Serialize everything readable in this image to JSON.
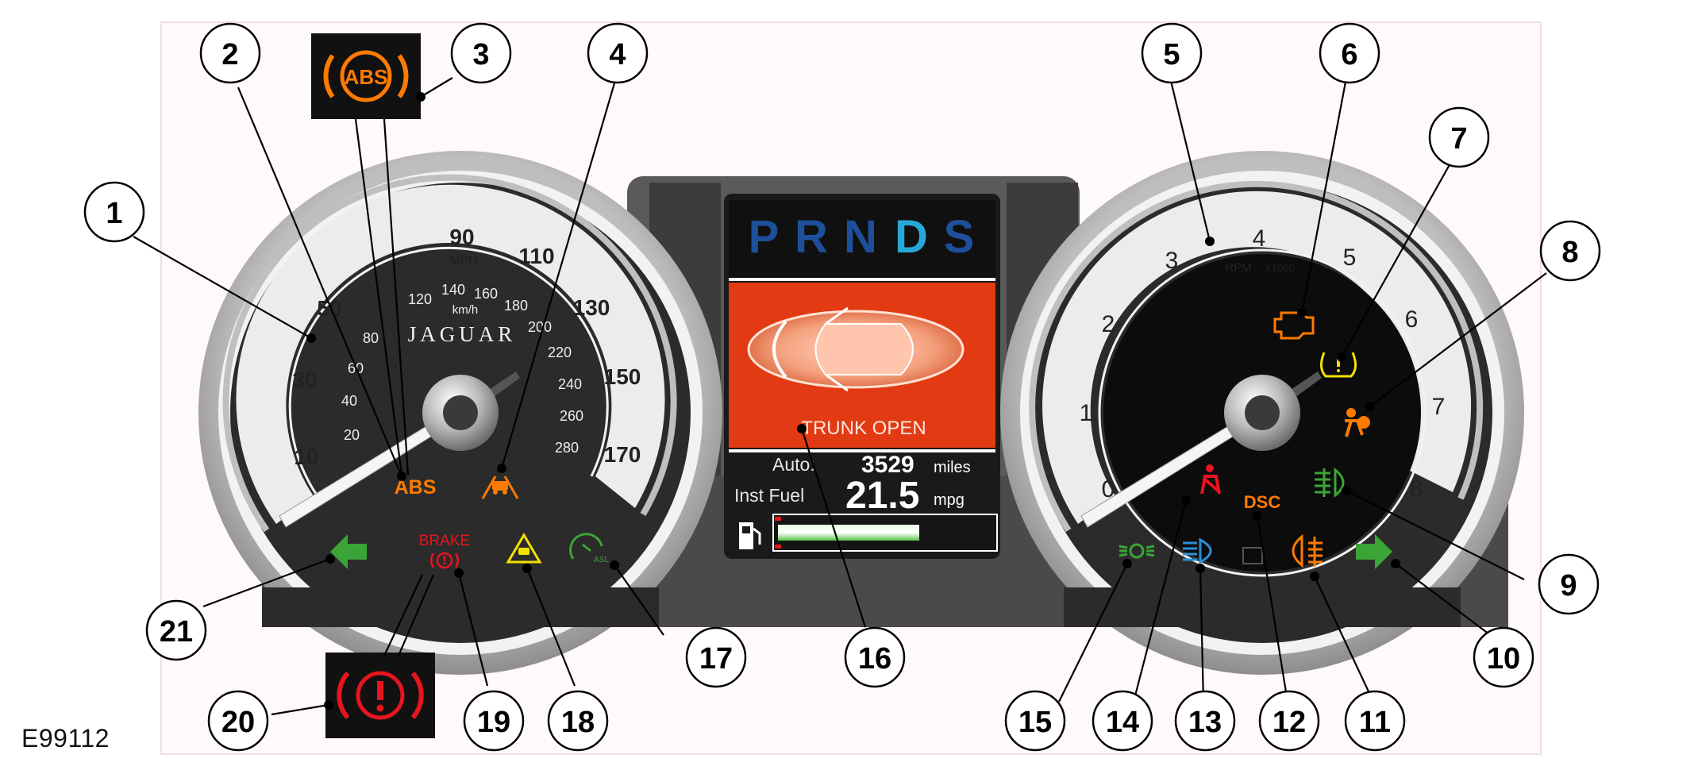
{
  "figure_id": "E99112",
  "colors": {
    "amber": "#ff7a00",
    "red": "#e8141e",
    "green": "#3aa536",
    "blue": "#2a8fd6",
    "yellow": "#f2e200",
    "display_red": "#e23a12",
    "gear_blue": "#1d4f9a",
    "gear_cyan": "#29a8d8"
  },
  "speedometer": {
    "mph_ticks": [
      "10",
      "30",
      "50",
      "90",
      "110",
      "130",
      "150",
      "170"
    ],
    "kmh_ticks": [
      "20",
      "40",
      "60",
      "80",
      "120",
      "140",
      "160",
      "180",
      "200",
      "220",
      "240",
      "260",
      "280"
    ],
    "unit_mph": "MPH",
    "unit_kmh": "km/h",
    "brand": "JAGUAR",
    "abs_text": "ABS",
    "brake_text": "BRAKE"
  },
  "tachometer": {
    "ticks": [
      "0",
      "1",
      "2",
      "3",
      "4",
      "5",
      "6",
      "7",
      "8"
    ],
    "unit": "RPM",
    "multiplier": "X1000",
    "dsc_text": "DSC"
  },
  "center_display": {
    "gears": [
      "P",
      "R",
      "N",
      "D",
      "S"
    ],
    "active_gear": "D",
    "trunk_message": "TRUNK OPEN",
    "auto_label": "Auto:",
    "auto_value": "3529",
    "auto_unit": "miles",
    "fuel_label": "Inst Fuel",
    "fuel_value": "21.5",
    "fuel_unit": "mpg",
    "fuel_level": 0.66
  },
  "callouts": [
    "1",
    "2",
    "3",
    "4",
    "5",
    "6",
    "7",
    "8",
    "9",
    "10",
    "11",
    "12",
    "13",
    "14",
    "15",
    "16",
    "17",
    "18",
    "19",
    "20",
    "21"
  ],
  "inset_icons": {
    "abs_inset_text": "ABS"
  }
}
